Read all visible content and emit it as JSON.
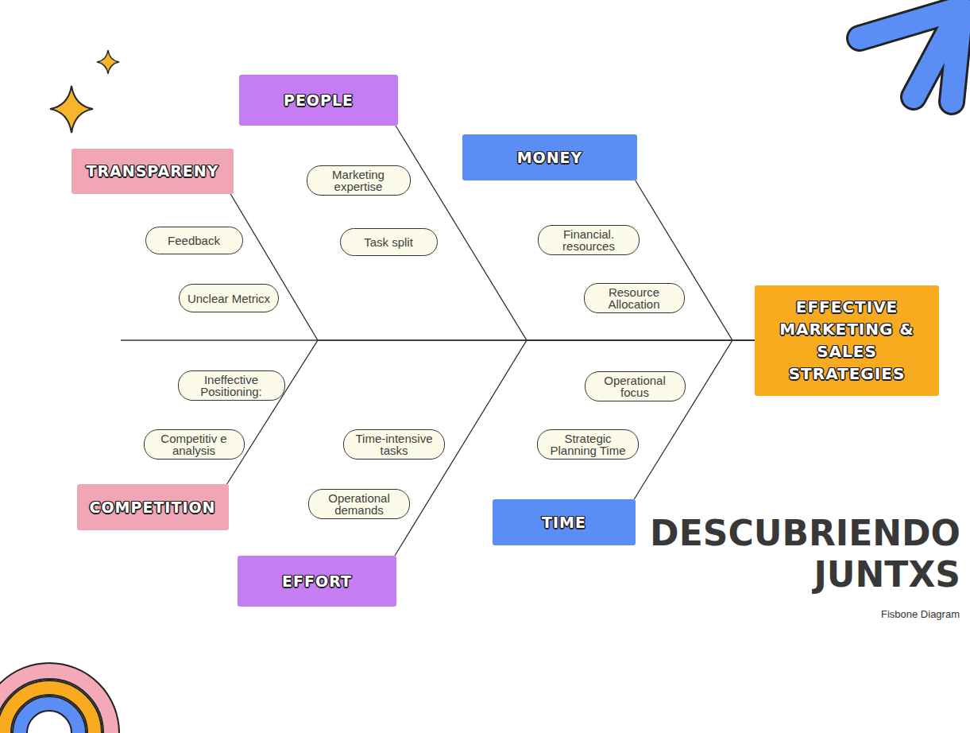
{
  "diagram": {
    "title": "DESCUBRIENDO JUNTXS",
    "caption": "Fisbone Diagram",
    "nodes": [
      {
        "text": [
          "PEOPLE"
        ]
      },
      {
        "text": [
          "MONEY"
        ]
      },
      {
        "text": [
          "TRANSPARENY"
        ]
      },
      {
        "text": [
          "Marketing expertise"
        ]
      },
      {
        "text": [
          "Task split"
        ]
      },
      {
        "text": [
          "Financial. resources"
        ]
      },
      {
        "text": [
          "Resource Allocation"
        ]
      },
      {
        "text": [
          "Feedback"
        ]
      },
      {
        "text": [
          "Unclear Metricx"
        ]
      },
      {
        "text": [
          "EFFECTIVE MARKETING & SALES STRATEGIES"
        ]
      },
      {
        "text": [
          "Ineffective Positioning:"
        ]
      },
      {
        "text": [
          "Operational focus"
        ]
      },
      {
        "text": [
          "Competitiv e analysis"
        ]
      },
      {
        "text": [
          "Time-intensive tasks"
        ]
      },
      {
        "text": [
          "Strategic Planning Time"
        ]
      },
      {
        "text": [
          "Operational demands"
        ]
      },
      {
        "text": [
          "COMPETITION"
        ]
      },
      {
        "text": [
          "TIME"
        ]
      },
      {
        "text": [
          "EFFORT"
        ]
      }
    ],
    "edges": [
      {
        "from": 2,
        "to": 9,
        "arrow": "none"
      },
      {
        "from": 0,
        "to": 9,
        "arrow": "none"
      },
      {
        "from": 1,
        "to": 9,
        "arrow": "none"
      },
      {
        "from": 16,
        "to": 9,
        "arrow": "none"
      },
      {
        "from": 18,
        "to": 9,
        "arrow": "none"
      },
      {
        "from": 17,
        "to": 9,
        "arrow": "none"
      }
    ]
  }
}
